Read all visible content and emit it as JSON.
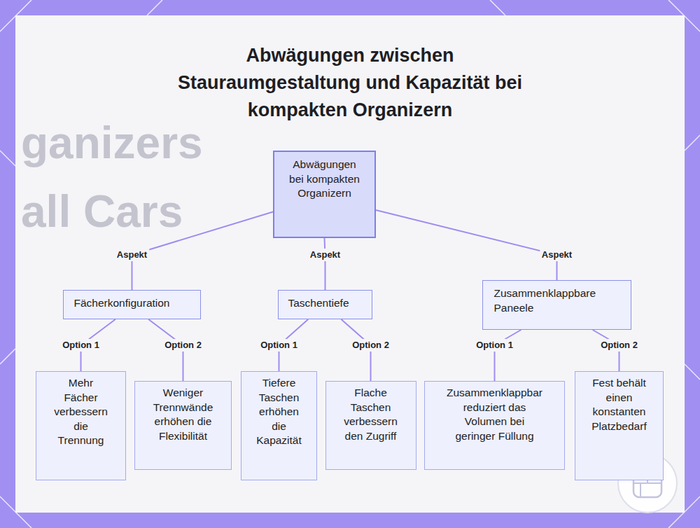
{
  "diagram": {
    "title": "Abwägungen zwischen Stauraumgestaltung und Kapazität bei kompakten Organizern",
    "nodes": [
      {
        "text": [
          "Abwägungen bei kompakten Organizern"
        ]
      },
      {
        "text": [
          "Fächerkonfiguration"
        ]
      },
      {
        "text": [
          "Taschentiefe"
        ]
      },
      {
        "text": [
          "Zusammenklappbare Paneele"
        ]
      },
      {
        "text": [
          "Mehr Fächer verbessern die Trennung"
        ]
      },
      {
        "text": [
          "Weniger Trennwände erhöhen die Flexibilität"
        ]
      },
      {
        "text": [
          "Tiefere Taschen erhöhen die Kapazität"
        ]
      },
      {
        "text": [
          "Flache Taschen verbessern den Zugriff"
        ]
      },
      {
        "text": [
          "Zusammenklappbar reduziert das Volumen bei geringer Füllung"
        ]
      },
      {
        "text": [
          "Fest behält einen konstanten Platzbedarf"
        ]
      }
    ],
    "edges": [
      {
        "from": 0,
        "to": 1,
        "label": "Aspekt",
        "arrow": "none"
      },
      {
        "from": 0,
        "to": 2,
        "label": "Aspekt",
        "arrow": "none"
      },
      {
        "from": 0,
        "to": 3,
        "label": "Aspekt",
        "arrow": "none"
      },
      {
        "from": 1,
        "to": 4,
        "label": "Option 1",
        "arrow": "none"
      },
      {
        "from": 1,
        "to": 5,
        "label": "Option 2",
        "arrow": "none"
      },
      {
        "from": 2,
        "to": 6,
        "label": "Option 1",
        "arrow": "none"
      },
      {
        "from": 2,
        "to": 7,
        "label": "Option 2",
        "arrow": "none"
      },
      {
        "from": 3,
        "to": 8,
        "label": "Option 1",
        "arrow": "none"
      },
      {
        "from": 3,
        "to": 9,
        "label": "Option 2",
        "arrow": "none"
      }
    ],
    "labels": [
      "ganizers",
      "all Cars"
    ]
  }
}
